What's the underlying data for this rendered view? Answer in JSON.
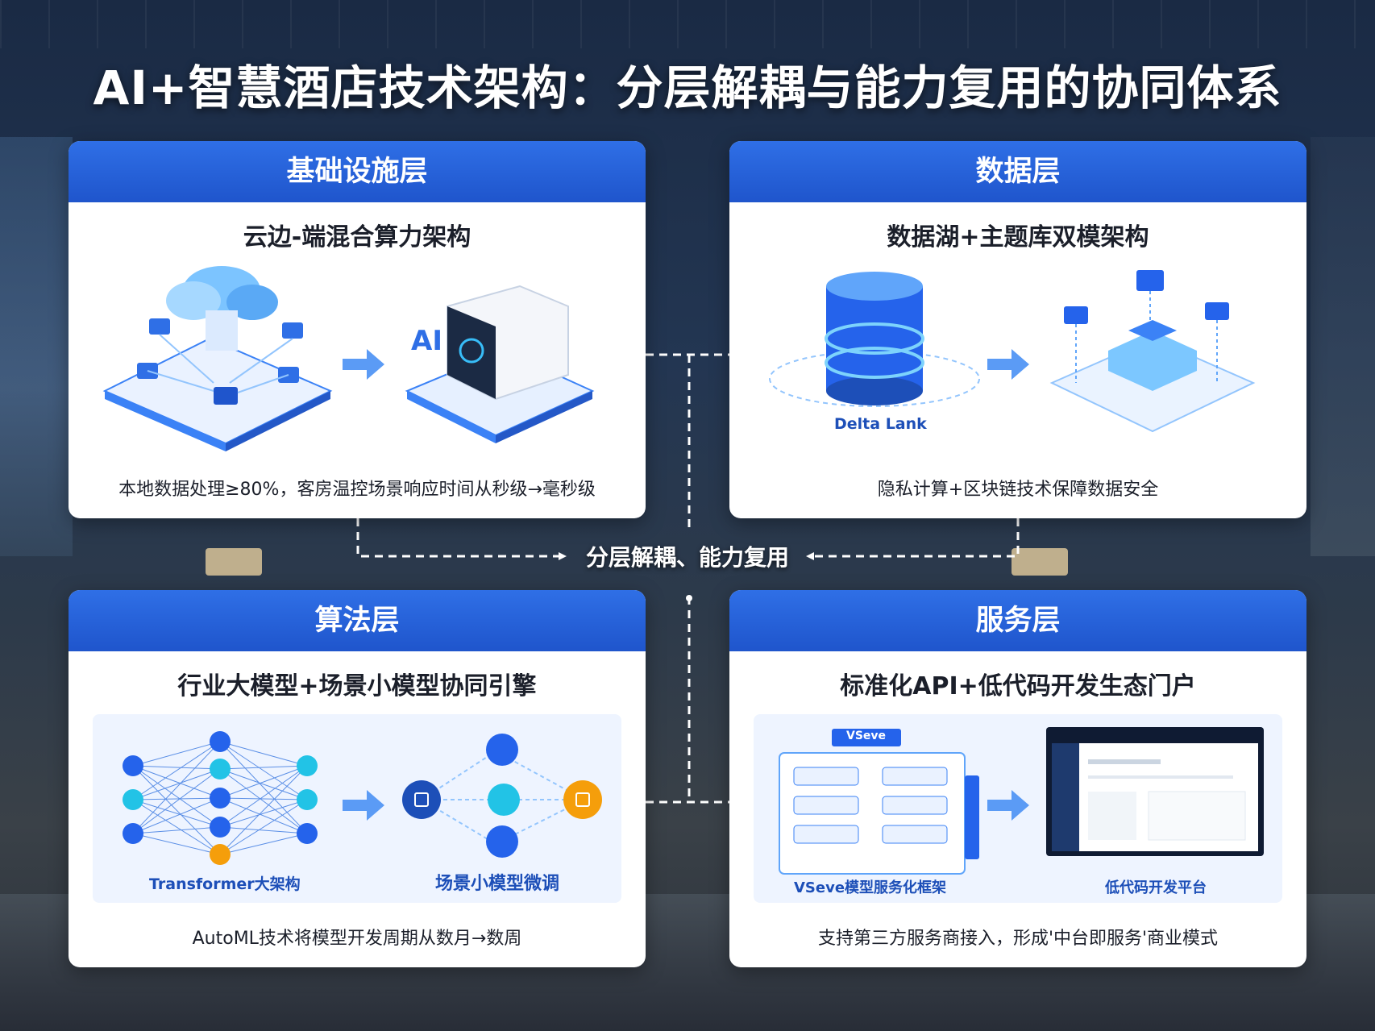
{
  "title": "AI+智慧酒店技术架构：分层解耦与能力复用的协同体系",
  "center_label": "分层解耦、能力复用",
  "layers": [
    {
      "name": "基础设施层",
      "subtitle": "云边-端混合算力架构",
      "footer": "本地数据处理≥80%，客房温控场景响应时间从秒级→毫秒级",
      "illustration": {
        "left_icon": "cloud-edge-icon",
        "right_label": "AI",
        "right_icon": "ai-server-icon"
      }
    },
    {
      "name": "数据层",
      "subtitle": "数据湖+主题库双模架构",
      "footer": "隐私计算+区块链技术保障数据安全",
      "illustration": {
        "left_label": "Delta Lank",
        "left_icon": "database-icon",
        "right_icon": "topic-library-icon"
      }
    },
    {
      "name": "算法层",
      "subtitle": "行业大模型+场景小模型协同引擎",
      "footer": "AutoML技术将模型开发周期从数月→数周",
      "illustration": {
        "left_label": "Transformer大架构",
        "right_label": "场景小模型微调",
        "left_icon": "neural-network-icon",
        "right_icon": "model-graph-icon"
      }
    },
    {
      "name": "服务层",
      "subtitle": "标准化API+低代码开发生态门户",
      "footer": "支持第三方服务商接入，形成'中台即服务'商业模式",
      "illustration": {
        "badge": "VSeve",
        "left_label": "VSeve模型服务化框架",
        "right_label": "低代码开发平台",
        "left_icon": "service-framework-icon",
        "right_icon": "lowcode-platform-icon"
      }
    }
  ],
  "colors": {
    "header_blue": "#2563d9",
    "accent_blue": "#3b82f6",
    "cyan": "#22c3e6",
    "orange": "#f59e0b",
    "text": "#1b1f2a"
  }
}
